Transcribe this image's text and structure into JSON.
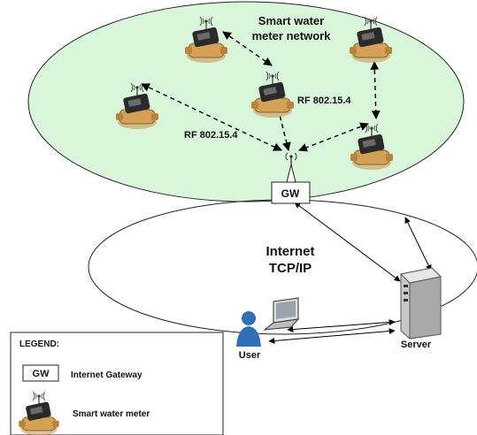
{
  "network": {
    "title_line1": "Smart water",
    "title_line2": "meter network",
    "rf_label_left": "RF 802.15.4",
    "rf_label_right": "RF 802.15.4",
    "fill_color": "#d9f5da"
  },
  "gateway": {
    "label": "GW"
  },
  "internet": {
    "line1": "Internet",
    "line2": "TCP/IP"
  },
  "server": {
    "label": "Server"
  },
  "user": {
    "label": "User",
    "color": "#2e6fb5"
  },
  "legend": {
    "title": "LEGEND:",
    "gateway_symbol": "GW",
    "gateway_label": "Internet Gateway",
    "meter_label": "Smart water meter"
  },
  "icons": [
    "antenna-icon",
    "water-meter-icon",
    "server-icon",
    "laptop-icon",
    "user-icon"
  ]
}
